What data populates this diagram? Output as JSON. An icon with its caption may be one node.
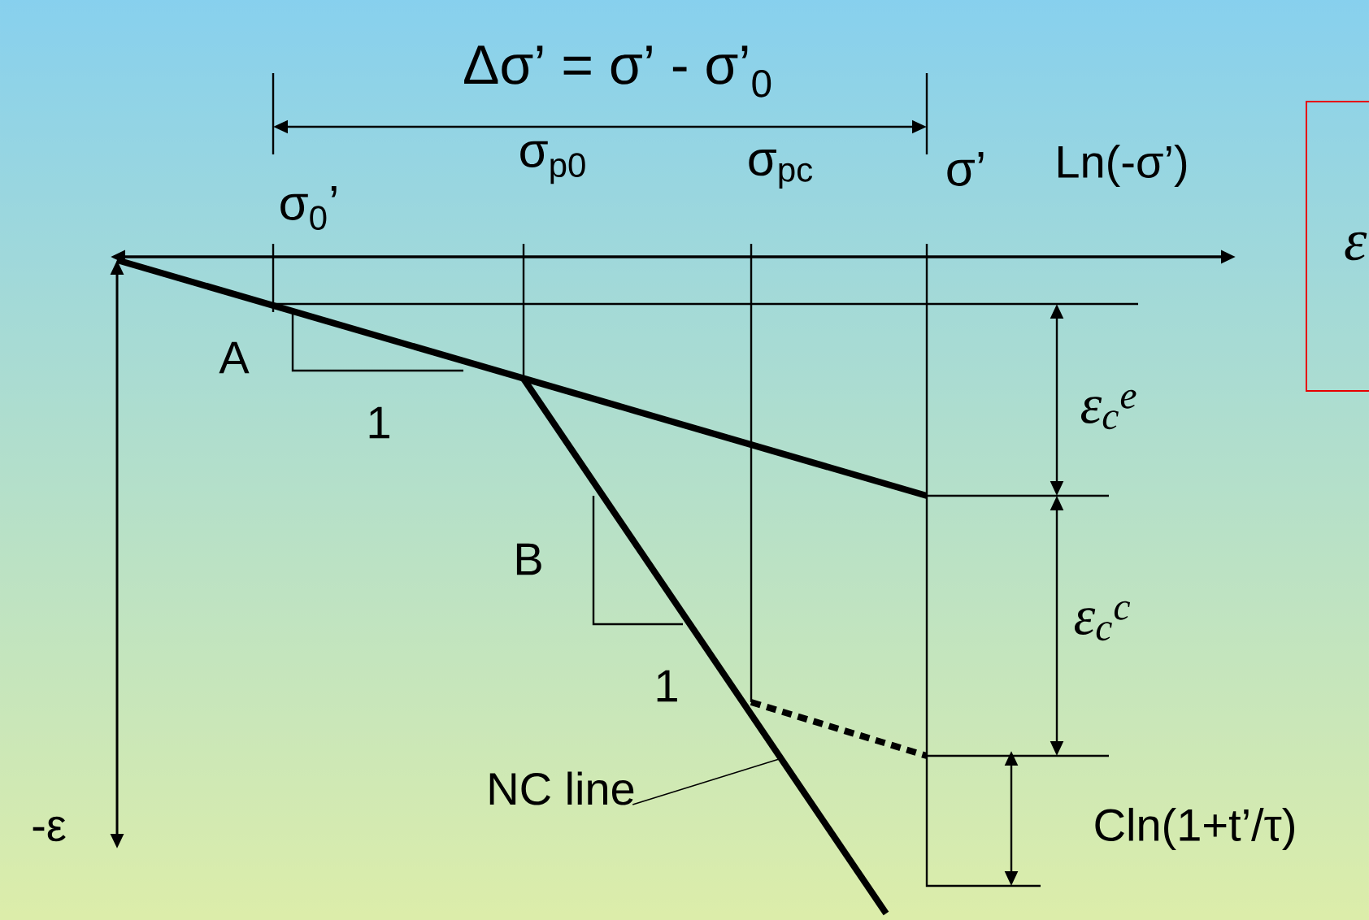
{
  "diagram": {
    "nodes": [
      {
        "text": [
          "NC line"
        ]
      },
      {
        "text": [],
        "shape": "line"
      },
      {
        "text": [
          "ε"
        ]
      }
    ],
    "edges": [
      {
        "from": 0,
        "to": 1,
        "arrow": "none"
      }
    ],
    "labels": [
      "Δσ’ = σ’ - σ’$_{0}$",
      "σ$_{0}$’",
      "σ$_{p0}$",
      "σ$_{pc}$",
      "σ’",
      "Ln(-σ’)",
      "A",
      "1",
      "ε$_{c}$$^{e}$",
      "B",
      "ε$_{c}$$^{c}$",
      "1",
      "-ε",
      "Cln(1+t’/τ)"
    ]
  }
}
